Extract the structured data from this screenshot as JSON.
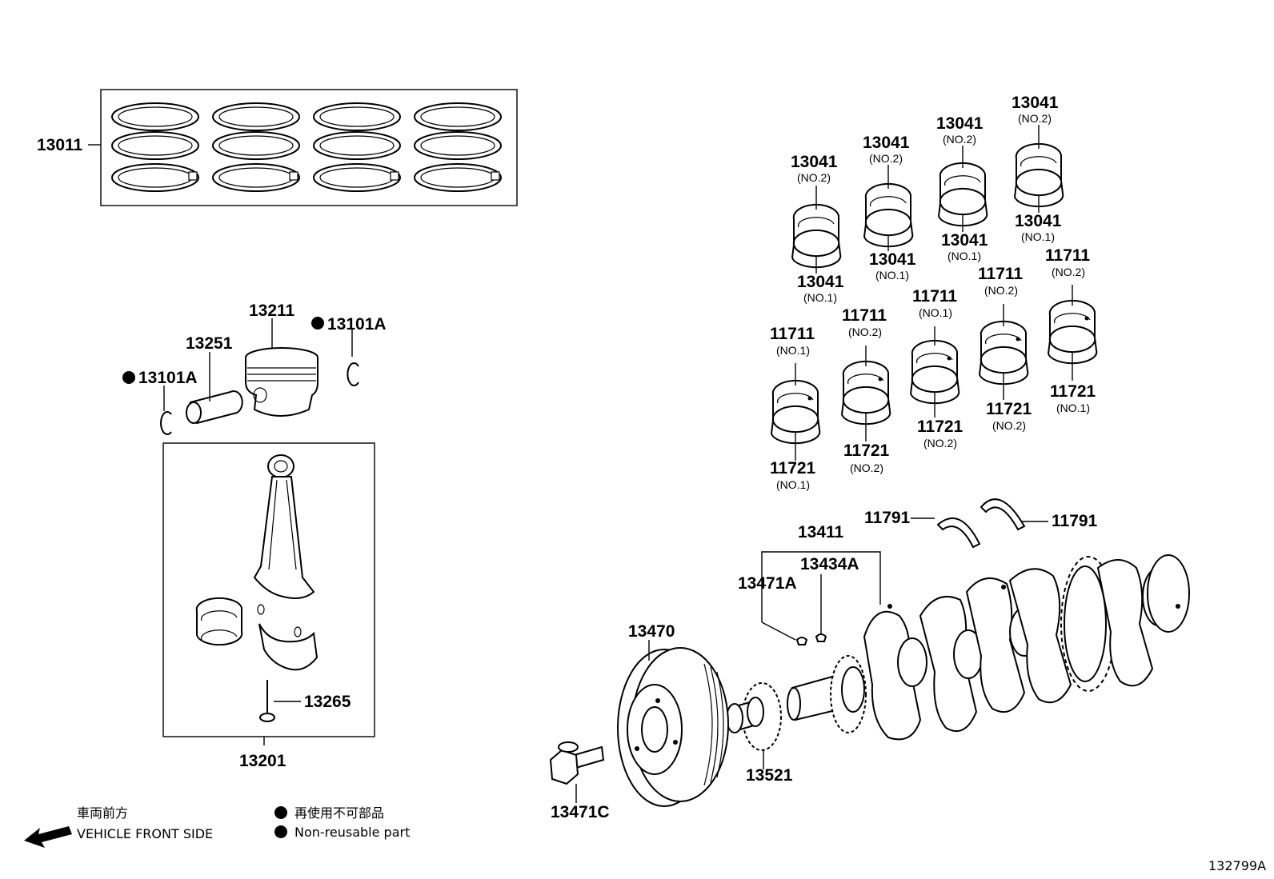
{
  "diagram_id": "132799A",
  "legend": {
    "front_jp": "車両前方",
    "front_en": "VEHICLE FRONT SIDE",
    "nonreusable_jp": "再使用不可部品",
    "nonreusable_en": "Non-reusable part"
  },
  "labels": {
    "ring_set": "13011",
    "piston": "13211",
    "snap_ring_right": "13101A",
    "snap_ring_left": "13101A",
    "piston_pin": "13251",
    "rod_bolt": "13265",
    "conrod_assy": "13201",
    "pulley": "13470",
    "pulley_bolt": "13471C",
    "crank_gear": "13521",
    "crankshaft": "13411",
    "key_a": "13434A",
    "key_b": "13471A",
    "thrust_left": "11791",
    "thrust_right": "11791",
    "rod_bearings": [
      {
        "top": "13041",
        "top_sub": "(NO.2)",
        "bottom": "13041",
        "bottom_sub": "(NO.1)"
      },
      {
        "top": "13041",
        "top_sub": "(NO.2)",
        "bottom": "13041",
        "bottom_sub": "(NO.1)"
      },
      {
        "top": "13041",
        "top_sub": "(NO.2)",
        "bottom": "13041",
        "bottom_sub": "(NO.1)"
      },
      {
        "top": "13041",
        "top_sub": "(NO.2)",
        "bottom": "13041",
        "bottom_sub": "(NO.1)"
      }
    ],
    "main_bearings": [
      {
        "top": "11711",
        "top_sub": "(NO.1)",
        "bottom": "11721",
        "bottom_sub": "(NO.1)"
      },
      {
        "top": "11711",
        "top_sub": "(NO.2)",
        "bottom": "11721",
        "bottom_sub": "(NO.2)"
      },
      {
        "top": "11711",
        "top_sub": "(NO.1)",
        "bottom": "11721",
        "bottom_sub": "(NO.2)"
      },
      {
        "top": "11711",
        "top_sub": "(NO.2)",
        "bottom": "11721",
        "bottom_sub": "(NO.2)"
      },
      {
        "top": "11711",
        "top_sub": "(NO.2)",
        "bottom": "11721",
        "bottom_sub": "(NO.1)"
      }
    ]
  }
}
